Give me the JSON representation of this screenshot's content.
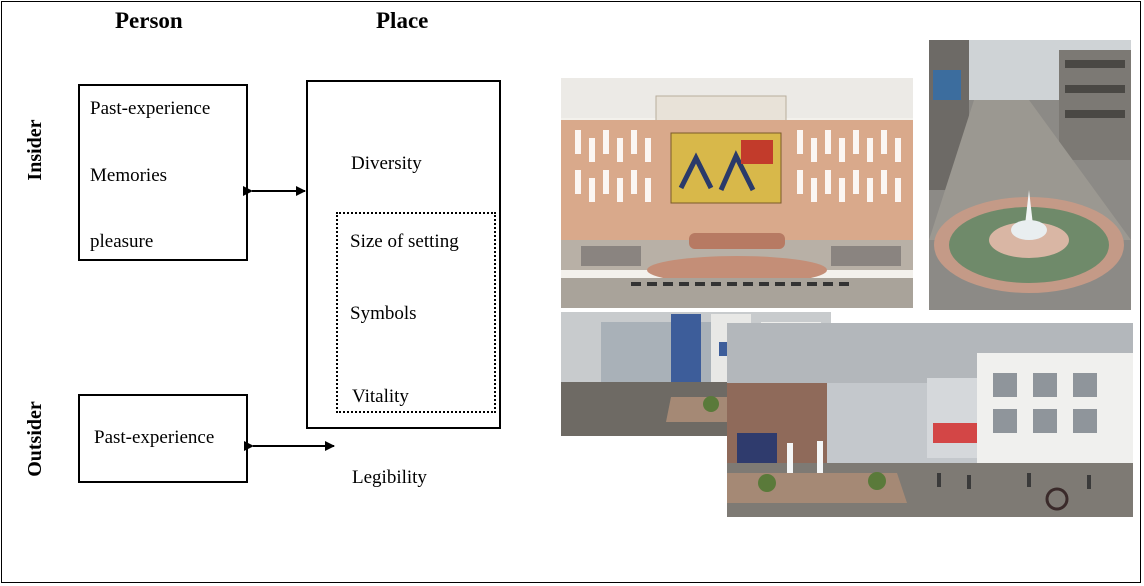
{
  "headers": {
    "person": "Person",
    "place": "Place"
  },
  "side_labels": {
    "insider": "Insider",
    "outsider": "Outsider"
  },
  "insider_items": [
    "Past-experience",
    "Memories",
    "pleasure"
  ],
  "outsider_items": [
    "Past-experience"
  ],
  "place_items": {
    "diversity": "Diversity",
    "legibility": "Legibility"
  },
  "setting_items": [
    "Size of setting",
    "Symbols",
    "Vitality"
  ],
  "photos": [
    {
      "name": "cinema-photo",
      "subject": "cinema facade with fountain roundabout"
    },
    {
      "name": "fountain-aerial-photo",
      "subject": "aerial view of fountain roundabout on street"
    },
    {
      "name": "street-corner-photo",
      "subject": "fountain roundabout with shops"
    },
    {
      "name": "street-roundabout-photo",
      "subject": "roundabout with white building and pedestrians"
    }
  ]
}
